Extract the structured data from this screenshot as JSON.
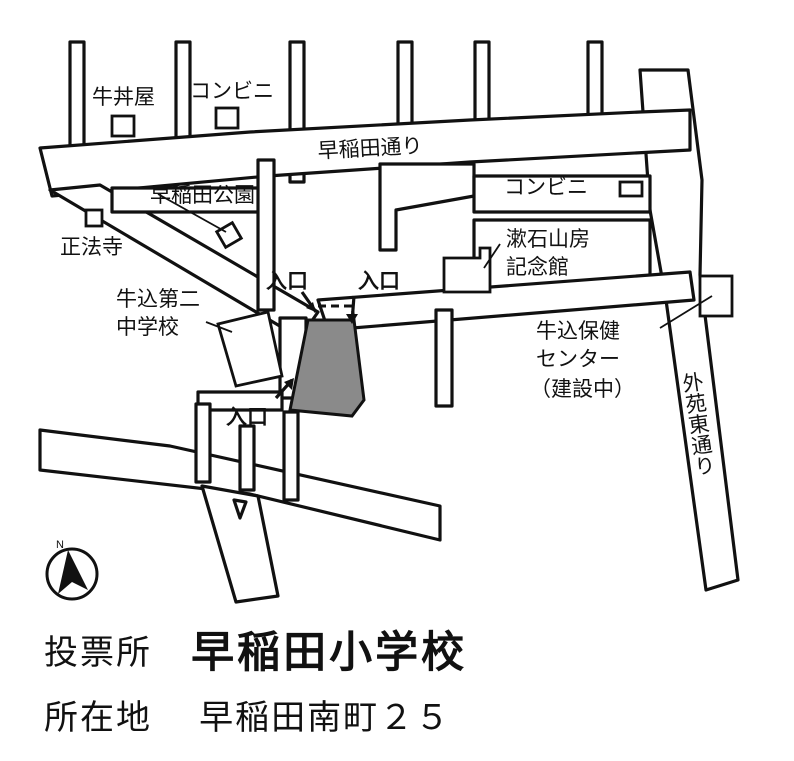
{
  "map": {
    "streets": {
      "waseda_dori": "早稲田通り",
      "sotoen_higashi_dori": "外苑東通り"
    },
    "places": {
      "gyudonya": "牛丼屋",
      "convenience_store_north": "コンビニ",
      "convenience_store_east": "コンビニ",
      "waseda_park": "早稲田公園",
      "shohoji_temple": "正法寺",
      "ushigome_junior_high": [
        "牛込第二",
        "中学校"
      ],
      "soseki_memorial": [
        "漱石山房",
        "記念館"
      ],
      "health_center": [
        "牛込保健",
        "センター",
        "（建設中）"
      ]
    },
    "entrances": [
      "入口",
      "入口",
      "入口"
    ],
    "compass_letter": "N"
  },
  "info": {
    "venue_label": "投票所",
    "venue_name": "早稲田小学校",
    "address_label": "所在地",
    "address": "早稲田南町２５"
  }
}
